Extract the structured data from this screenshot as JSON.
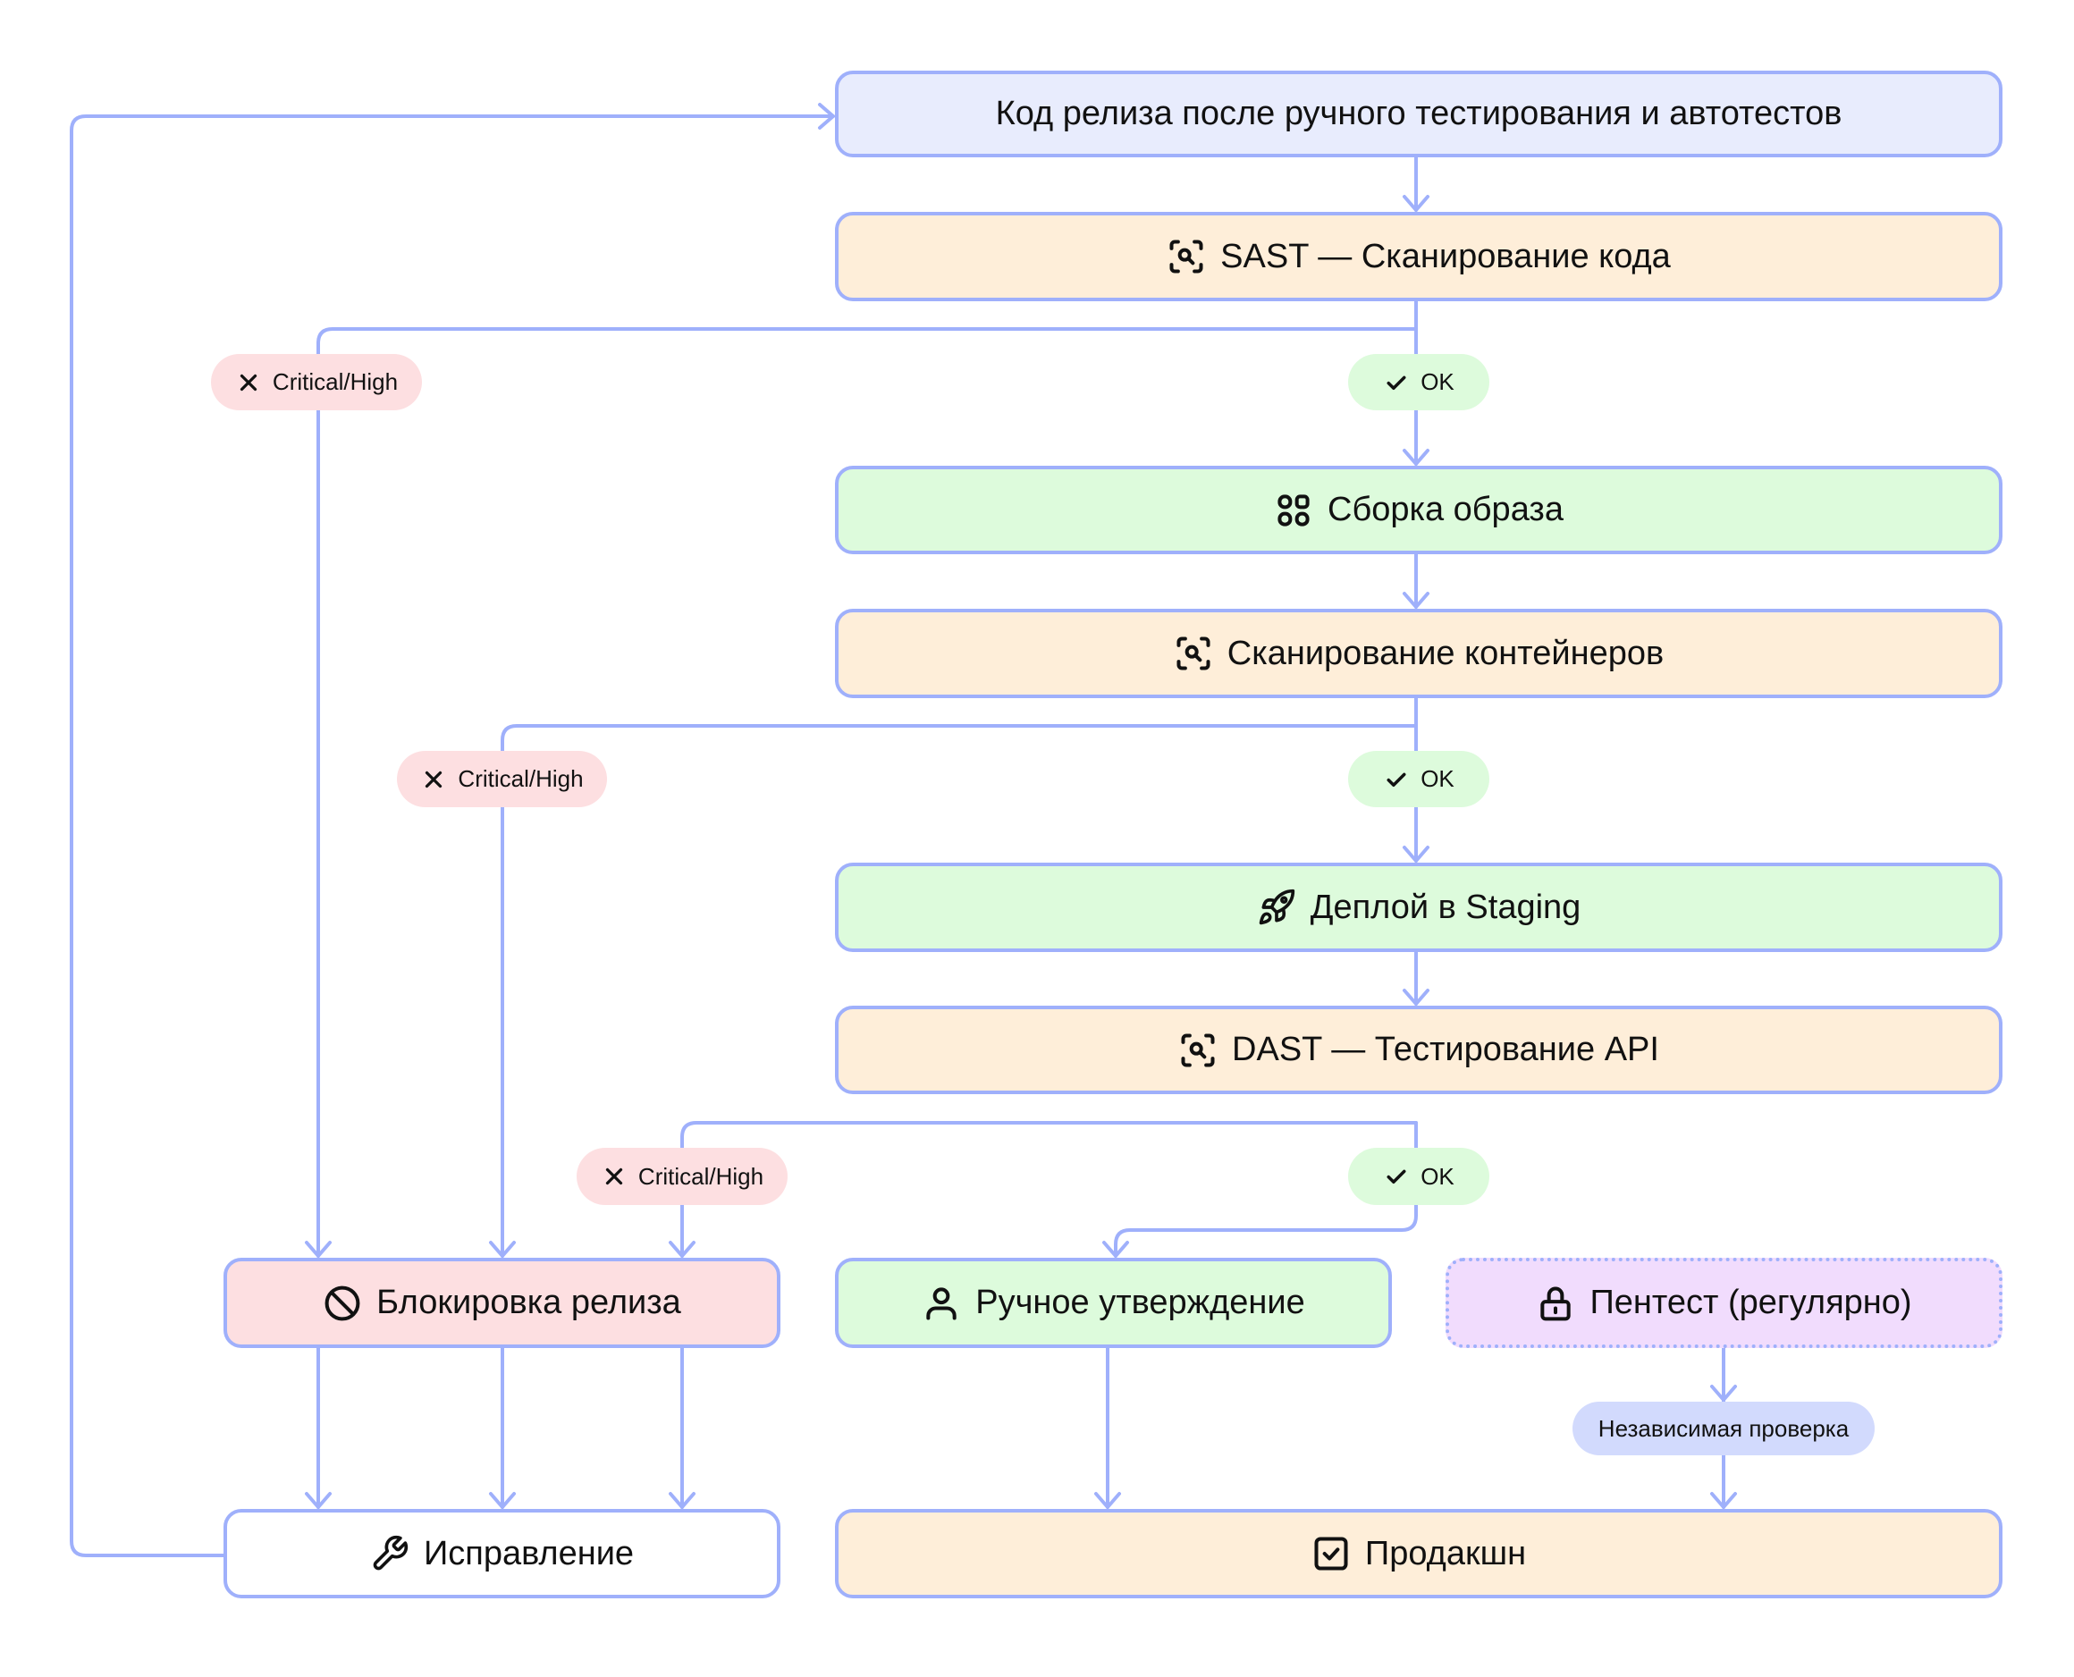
{
  "diagram": {
    "edge_color": "#9fb0fb",
    "nodes": {
      "start": {
        "label": "Код релиза после ручного тестирования и автотестов",
        "icon": "none"
      },
      "sast": {
        "label": "SAST — Сканирование кода",
        "icon": "scan-search-icon"
      },
      "build": {
        "label": "Сборка образа",
        "icon": "grid-circles-icon"
      },
      "container_scan": {
        "label": "Сканирование контейнеров",
        "icon": "scan-search-icon"
      },
      "deploy": {
        "label": "Деплой в Staging",
        "icon": "rocket-icon"
      },
      "dast": {
        "label": "DAST — Тестирование API",
        "icon": "scan-search-icon"
      },
      "block": {
        "label": "Блокировка релиза",
        "icon": "ban-icon"
      },
      "manual": {
        "label": "Ручное утверждение",
        "icon": "user-icon"
      },
      "pentest": {
        "label": "Пентест (регулярно)",
        "icon": "lock-icon"
      },
      "fix": {
        "label": "Исправление",
        "icon": "wrench-icon"
      },
      "prod": {
        "label": "Продакшн",
        "icon": "checkbox-icon"
      }
    },
    "edge_labels": {
      "sast_fail": "Critical/High",
      "sast_ok": "OK",
      "container_fail": "Critical/High",
      "container_ok": "OK",
      "dast_fail": "Critical/High",
      "dast_ok": "OK",
      "pentest_review": "Независимая проверка"
    },
    "colors": {
      "start": "#e8ecfd",
      "scan": "#feeed9",
      "success": "#ddfbdc",
      "block": "#fddfe1",
      "pentest": "#f1dcfd",
      "fix": "#ffffff",
      "fail_pill": "#fddfe1",
      "ok_pill": "#ddfbdc",
      "info_pill": "#d2dafd"
    }
  }
}
